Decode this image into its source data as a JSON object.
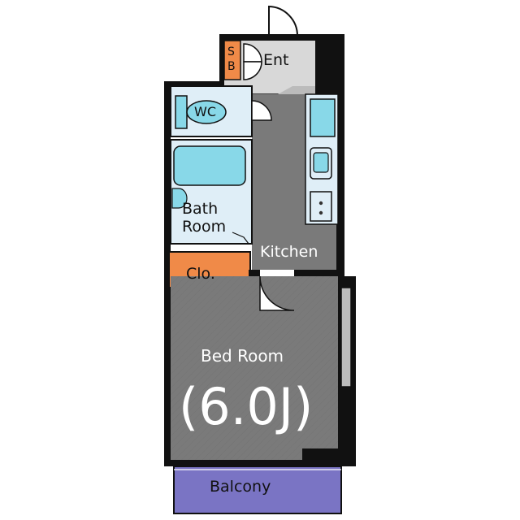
{
  "rooms": {
    "entrance": "Ent",
    "shoe_box": "S\nB",
    "toilet": "WC",
    "bath": "Bath\nRoom",
    "kitchen": "Kitchen",
    "closet": "Clo.",
    "bedroom": "Bed Room",
    "bedroom_size": "(6.0J)",
    "balcony": "Balcony"
  },
  "colors": {
    "wall": "#111111",
    "floor_gray": "#7a7a7a",
    "wet_area": "#dfeef7",
    "fixture": "#88d8e8",
    "entrance_floor": "#d8d8d8",
    "closet": "#f08a48",
    "balcony": "#7a74c4",
    "door": "#ffffff"
  }
}
